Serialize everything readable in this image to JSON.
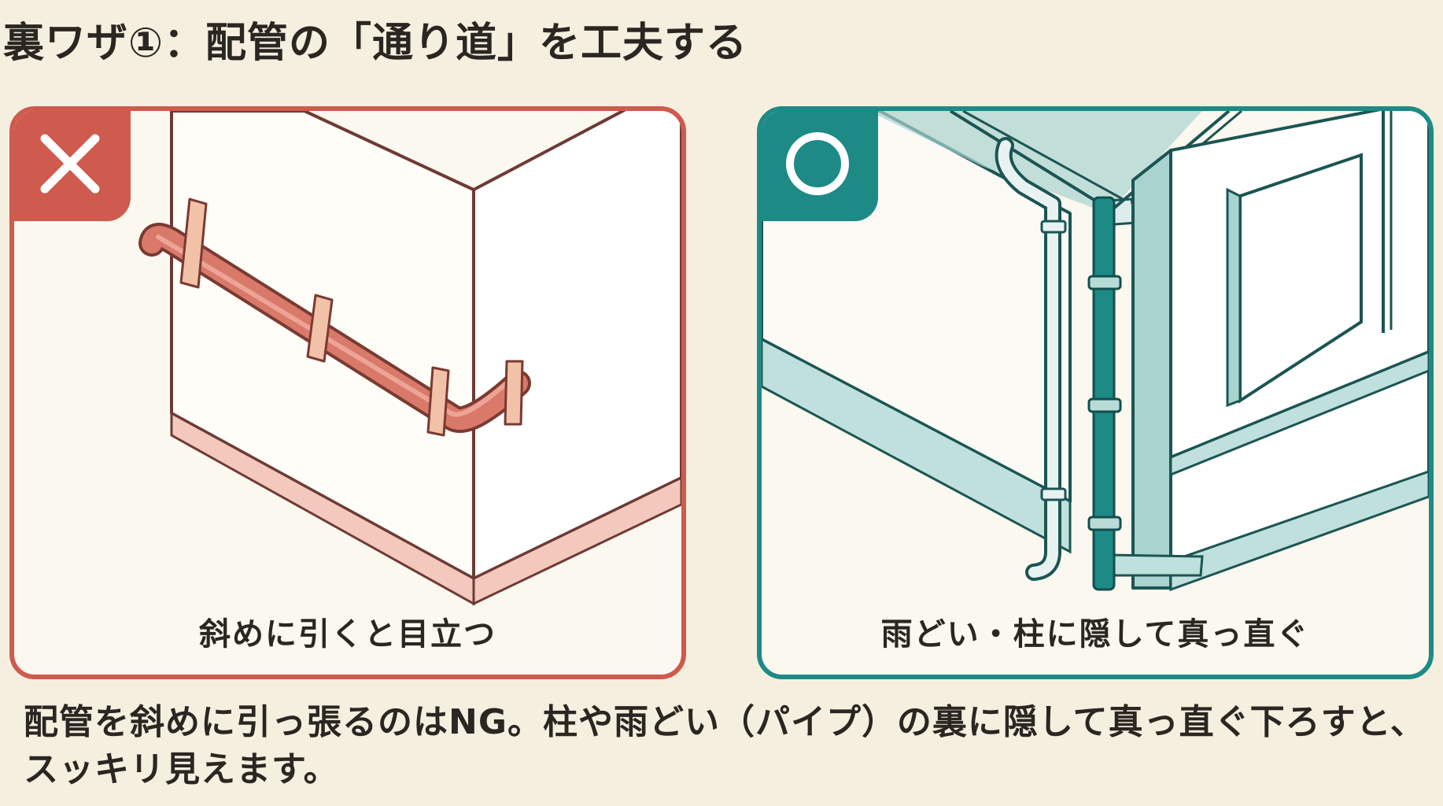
{
  "title": "裏ワザ①：配管の「通り道」を工夫する",
  "panels": {
    "bad": {
      "mark": "×",
      "icon": "cross-icon",
      "color": "#cf5a4e",
      "caption": "斜めに引くと目立つ"
    },
    "good": {
      "mark": "○",
      "icon": "circle-icon",
      "color": "#1d8a86",
      "caption": "雨どい・柱に隠して真っ直ぐ"
    }
  },
  "description": "配管を斜めに引っ張るのはNG。柱や雨どい（パイプ）の裏に隠して真っ直ぐ下ろすと、スッキリ見えます。"
}
